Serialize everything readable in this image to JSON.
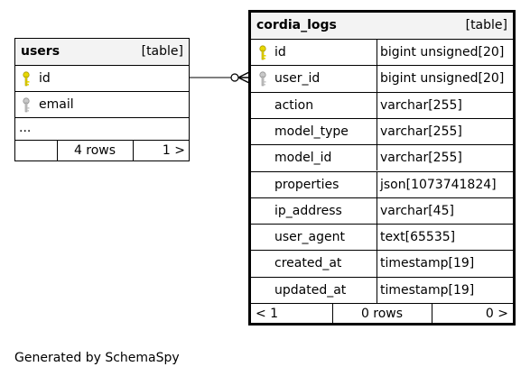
{
  "users": {
    "name": "users",
    "tag": "[table]",
    "columns": [
      {
        "name": "id"
      },
      {
        "name": "email"
      }
    ],
    "ellipsis": "...",
    "rows_label": "4 rows",
    "next_label": "1 >"
  },
  "logs": {
    "name": "cordia_logs",
    "tag": "[table]",
    "columns": [
      {
        "name": "id",
        "type": "bigint unsigned[20]"
      },
      {
        "name": "user_id",
        "type": "bigint unsigned[20]"
      },
      {
        "name": "action",
        "type": "varchar[255]"
      },
      {
        "name": "model_type",
        "type": "varchar[255]"
      },
      {
        "name": "model_id",
        "type": "varchar[255]"
      },
      {
        "name": "properties",
        "type": "json[1073741824]"
      },
      {
        "name": "ip_address",
        "type": "varchar[45]"
      },
      {
        "name": "user_agent",
        "type": "text[65535]"
      },
      {
        "name": "created_at",
        "type": "timestamp[19]"
      },
      {
        "name": "updated_at",
        "type": "timestamp[19]"
      }
    ],
    "prev_label": "< 1",
    "rows_label": "0 rows",
    "next_label": "0 >"
  },
  "icons": {
    "primary_key": "primary-key-icon",
    "foreign_key": "foreign-key-icon"
  },
  "colors": {
    "primary_key": "#e8d800",
    "foreign_key": "#b0b0b0",
    "header_bg": "#f3f3f3"
  },
  "footer": "Generated by SchemaSpy"
}
